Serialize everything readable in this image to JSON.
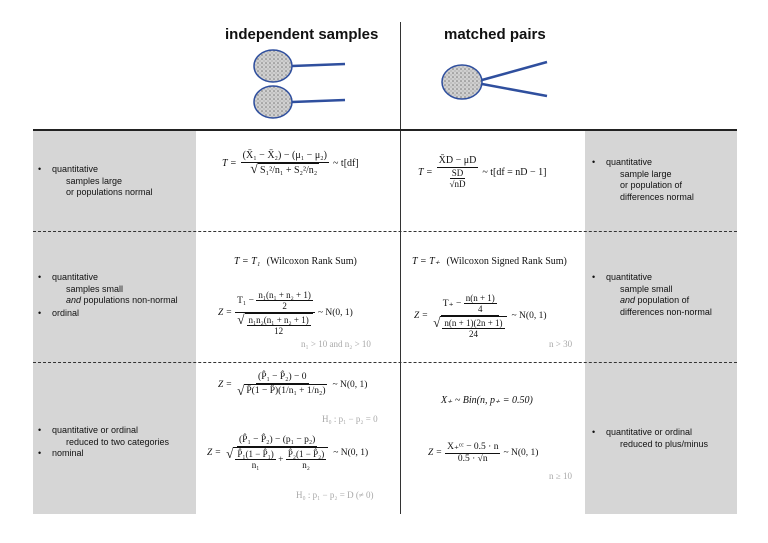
{
  "headers": {
    "independent": "independent samples",
    "matched": "matched pairs"
  },
  "icons": {
    "independent": "two-separate-sample-icons",
    "matched": "single-sample-split-icon"
  },
  "colors": {
    "side_panel": "#d6d6d6",
    "sample_line": "#2f4f9e",
    "note_grey": "#a8a8a8"
  },
  "rows": [
    {
      "left": {
        "items": [
          {
            "bullet": "•",
            "lines": [
              "quantitative",
              "samples large",
              "or populations normal"
            ]
          }
        ]
      },
      "right": {
        "items": [
          {
            "bullet": "•",
            "lines": [
              "quantitative",
              "sample large",
              "or population of",
              "differences normal"
            ]
          }
        ]
      },
      "independent": {
        "lhs": "T =",
        "num": "(X̄₁ − X̄₂) − (μ₁ − μ₂)",
        "den_a": "S₁²/n₁",
        "den_b": "S₂²/n₂",
        "plus": "+",
        "dist": "~ t[df]"
      },
      "matched": {
        "lhs": "T =",
        "num": "X̄D − μD",
        "den_top": "SD",
        "den_bot": "√nD",
        "dist": "~ t[df = nD − 1]"
      }
    },
    {
      "left": {
        "items": [
          {
            "bullet": "•",
            "lines": [
              "quantitative",
              "samples small"
            ],
            "italic_line": "and",
            "rest": " populations non-normal"
          },
          {
            "bullet": "•",
            "lines": [
              "ordinal"
            ]
          }
        ]
      },
      "right": {
        "items": [
          {
            "bullet": "•",
            "lines": [
              "quantitative",
              "sample small"
            ],
            "italic_line": "and",
            "rest": " population of",
            "extra": "differences non-normal"
          }
        ]
      },
      "independent": {
        "stat": "T = T₁",
        "name": "(Wilcoxon Rank Sum)",
        "lhs": "Z =",
        "num_a": "T₁ −",
        "num_frac_top": "n₁(n₁ + n₂ + 1)",
        "num_frac_bot": "2",
        "den_top": "n₁n₂(n₁ + n₂ + 1)",
        "den_bot": "12",
        "dist": "~ N(0, 1)",
        "cond": "n₁ > 10  and  n₂ > 10"
      },
      "matched": {
        "stat": "T = T₊",
        "name": "(Wilcoxon Signed Rank Sum)",
        "lhs": "Z =",
        "num_a": "T₊ −",
        "num_frac_top": "n(n + 1)",
        "num_frac_bot": "4",
        "den_top": "n(n + 1)(2n + 1)",
        "den_bot": "24",
        "dist": "~ N(0, 1)",
        "cond": "n > 30"
      }
    },
    {
      "left": {
        "items": [
          {
            "bullet": "•",
            "lines": [
              "quantitative or ordinal",
              "reduced to two categories"
            ]
          },
          {
            "bullet": "•",
            "lines": [
              "nominal"
            ]
          }
        ]
      },
      "right": {
        "items": [
          {
            "bullet": "•",
            "lines": [
              "quantitative or ordinal",
              "reduced to plus/minus"
            ]
          }
        ]
      },
      "independent": {
        "f1_lhs": "Z =",
        "f1_num": "(P̂₁ − P̂₂) − 0",
        "f1_den": "P̂(1 − P̂)(1/n₁ + 1/n₂)",
        "f1_dist": "~ N(0, 1)",
        "f1_cond": "H₀ : p₁ − p₂ = 0",
        "f2_lhs": "Z =",
        "f2_num": "(P̂₁ − P̂₂) − (p₁ − p₂)",
        "f2_den_a_top": "P̂₁(1 − P̂₁)",
        "f2_den_a_bot": "n₁",
        "f2_den_b_top": "P̂₂(1 − P̂₂)",
        "f2_den_b_bot": "n₂",
        "f2_dist": "~ N(0, 1)",
        "f2_cond": "H₀ : p₁ − p₂ = D (≠ 0)"
      },
      "matched": {
        "f1": "X₊ ~ Bin(n, p₊ = 0.50)",
        "lhs": "Z =",
        "num": "X₊ᶜᶜ − 0.5 · n",
        "den": "0.5 · √n",
        "dist": "~ N(0, 1)",
        "cond": "n ≥ 10"
      }
    }
  ]
}
